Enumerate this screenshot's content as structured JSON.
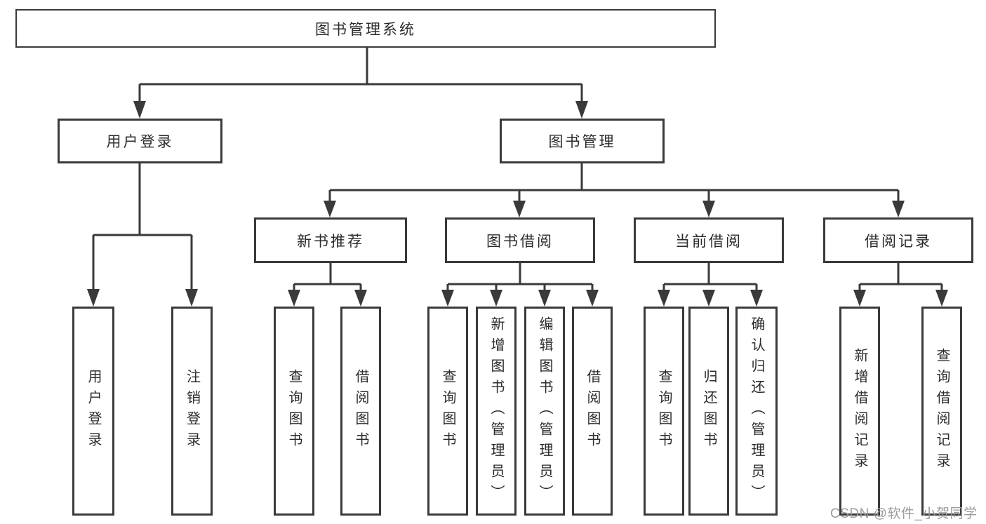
{
  "diagram": {
    "title": "图书管理系统",
    "level2": [
      {
        "label": "用户登录",
        "children": [
          "用户登录",
          "注销登录"
        ]
      },
      {
        "label": "图书管理",
        "children": [
          {
            "label": "新书推荐",
            "children": [
              "查询图书",
              "借阅图书"
            ]
          },
          {
            "label": "图书借阅",
            "children": [
              "查询图书",
              "新增图书（管理员）",
              "编辑图书（管理员）",
              "借阅图书"
            ]
          },
          {
            "label": "当前借阅",
            "children": [
              "查询图书",
              "归还图书",
              "确认归还（管理员）"
            ]
          },
          {
            "label": "借阅记录",
            "children": [
              "新增借阅记录",
              "查询借阅记录"
            ]
          }
        ]
      }
    ]
  },
  "watermark": "CSDN @软件_小贺同学",
  "colors": {
    "line": "#3a3a3a",
    "text": "#2b2b2b",
    "watermark": "#9b9b9b",
    "background": "#ffffff"
  }
}
